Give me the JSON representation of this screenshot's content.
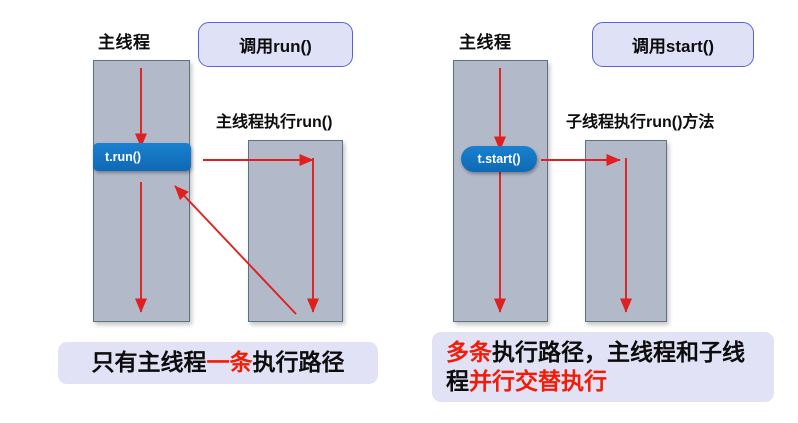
{
  "theme": {
    "column_fill": "#b2b9c9",
    "column_border": "#5c7480",
    "callout_fill": "#dfe2f7",
    "callout_border": "#5b62d8",
    "pill_fill": "#1276c4",
    "caption_fill": "#e2e2f7",
    "arrow_color": "#e02020",
    "highlight_color": "#f41b06",
    "background": "#ffffff"
  },
  "left_panel": {
    "main_thread_header": "主线程",
    "callout_label": "调用run()",
    "side_label": "主线程执行run()",
    "method_pill": "t.run()",
    "caption": {
      "part1": "只有主线程",
      "highlight": "一条",
      "part2": "执行路径"
    }
  },
  "right_panel": {
    "main_thread_header": "主线程",
    "callout_label": "调用start()",
    "side_label": "子线程执行run()方法",
    "method_pill": "t.start()",
    "caption": {
      "highlight1": "多条",
      "part1": "执行路径，主线程和子线程",
      "highlight2": "并行交替执行"
    }
  }
}
